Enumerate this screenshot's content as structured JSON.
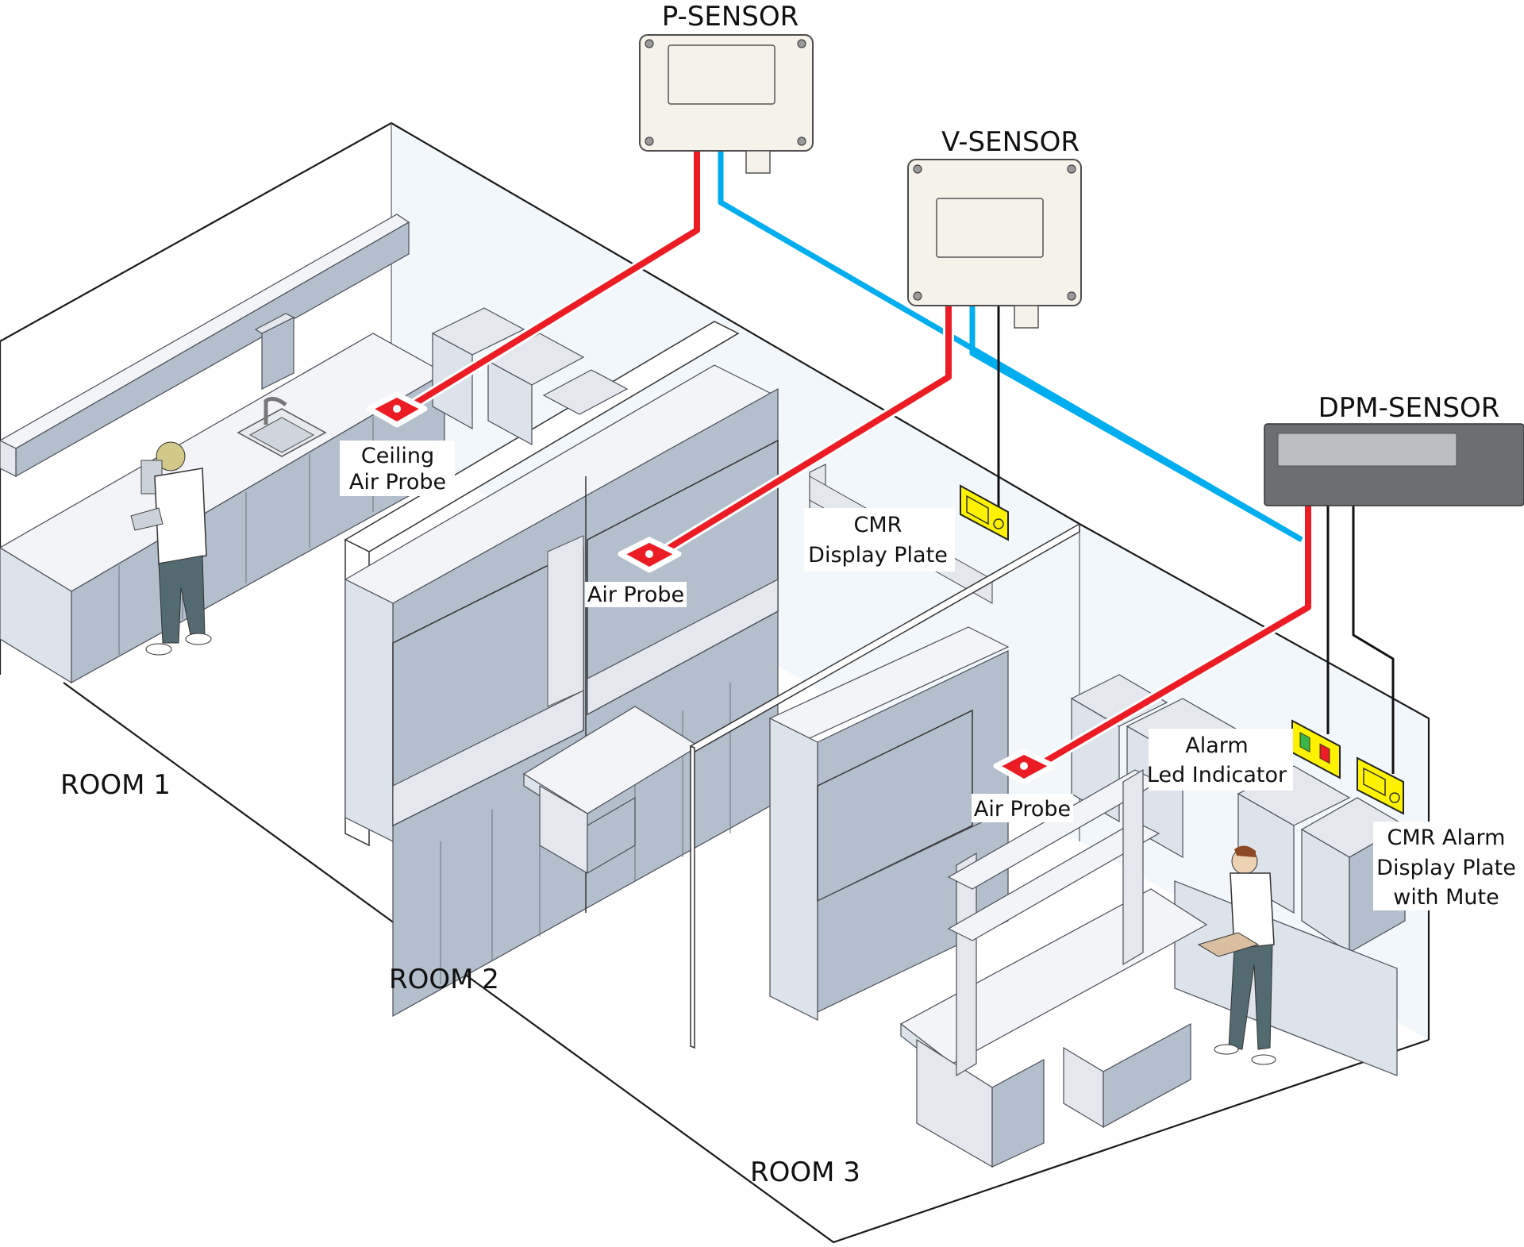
{
  "diagram": {
    "title": "Room pressure / airflow monitoring layout",
    "sensors": [
      {
        "id": "p-sensor",
        "label": "P-SENSOR",
        "type": "enclosure"
      },
      {
        "id": "v-sensor",
        "label": "V-SENSOR",
        "type": "enclosure"
      },
      {
        "id": "dpm-sensor",
        "label": "DPM-SENSOR",
        "type": "panel"
      }
    ],
    "callouts": {
      "ceiling_air_probe": [
        "Ceiling",
        "Air Probe"
      ],
      "air_probe_room2": [
        "Air Probe"
      ],
      "cmr_display_plate": [
        "CMR",
        "Display Plate"
      ],
      "air_probe_room3": [
        "Air Probe"
      ],
      "alarm_led": [
        "Alarm",
        "Led Indicator"
      ],
      "cmr_alarm_plate": [
        "CMR Alarm",
        "Display Plate",
        "with Mute"
      ]
    },
    "rooms": [
      {
        "id": "room-1",
        "label": "ROOM 1"
      },
      {
        "id": "room-2",
        "label": "ROOM 2"
      },
      {
        "id": "room-3",
        "label": "ROOM 3"
      }
    ],
    "connections": [
      {
        "from": "P-SENSOR",
        "to": "Ceiling Air Probe",
        "wire": "red"
      },
      {
        "from": "P-SENSOR",
        "to": "DPM-SENSOR",
        "wire": "blue"
      },
      {
        "from": "V-SENSOR",
        "to": "Air Probe (Room 2)",
        "wire": "red"
      },
      {
        "from": "V-SENSOR",
        "to": "DPM-SENSOR",
        "wire": "blue"
      },
      {
        "from": "V-SENSOR",
        "to": "CMR Display Plate",
        "wire": "black"
      },
      {
        "from": "DPM-SENSOR",
        "to": "Air Probe (Room 3)",
        "wire": "red"
      },
      {
        "from": "DPM-SENSOR",
        "to": "Alarm Led Indicator",
        "wire": "black"
      },
      {
        "from": "DPM-SENSOR",
        "to": "CMR Alarm Display Plate with Mute",
        "wire": "black"
      }
    ],
    "colors": {
      "wire_red": "#ec1c24",
      "wire_blue": "#00aeef",
      "wire_black": "#111111",
      "plate_yellow": "#fff200",
      "led_green": "#39b54a",
      "led_red": "#ec1c24",
      "dpm_body": "#6d6e71",
      "dpm_screen": "#bcbdc0",
      "enclosure_body": "#f5f2ea"
    }
  }
}
